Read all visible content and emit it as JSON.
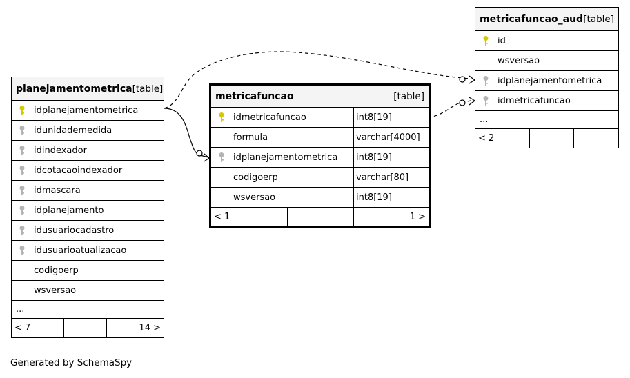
{
  "tables": {
    "planejamentometrica": {
      "name": "planejamentometrica",
      "tag": "[table]",
      "columns": [
        {
          "name": "idplanejamentometrica",
          "key": "primary"
        },
        {
          "name": "idunidademedida",
          "key": "foreign"
        },
        {
          "name": "idindexador",
          "key": "foreign"
        },
        {
          "name": "idcotacaoindexador",
          "key": "foreign"
        },
        {
          "name": "idmascara",
          "key": "foreign"
        },
        {
          "name": "idplanejamento",
          "key": "foreign"
        },
        {
          "name": "idusuariocadastro",
          "key": "foreign"
        },
        {
          "name": "idusuarioatualizacao",
          "key": "foreign"
        },
        {
          "name": "codigoerp",
          "key": "none"
        },
        {
          "name": "wsversao",
          "key": "none"
        }
      ],
      "more": "...",
      "footer_left": "< 7",
      "footer_right": "14 >"
    },
    "metricafuncao": {
      "name": "metricafuncao",
      "tag": "[table]",
      "columns": [
        {
          "name": "idmetricafuncao",
          "type": "int8[19]",
          "key": "primary"
        },
        {
          "name": "formula",
          "type": "varchar[4000]",
          "key": "none"
        },
        {
          "name": "idplanejamentometrica",
          "type": "int8[19]",
          "key": "foreign"
        },
        {
          "name": "codigoerp",
          "type": "varchar[80]",
          "key": "none"
        },
        {
          "name": "wsversao",
          "type": "int8[19]",
          "key": "none"
        }
      ],
      "footer_left": "< 1",
      "footer_right": "1 >"
    },
    "metricafuncao_aud": {
      "name": "metricafuncao_aud",
      "tag": "[table]",
      "columns": [
        {
          "name": "id",
          "key": "primary"
        },
        {
          "name": "wsversao",
          "key": "none"
        },
        {
          "name": "idplanejamentometrica",
          "key": "foreign"
        },
        {
          "name": "idmetricafuncao",
          "key": "foreign"
        }
      ],
      "more": "...",
      "footer_left": "< 2"
    }
  },
  "colors": {
    "primary_key": "#d8c800",
    "foreign_key": "#b4b4b4",
    "header_bg": "#f4f4f4"
  },
  "caption": "Generated by SchemaSpy"
}
